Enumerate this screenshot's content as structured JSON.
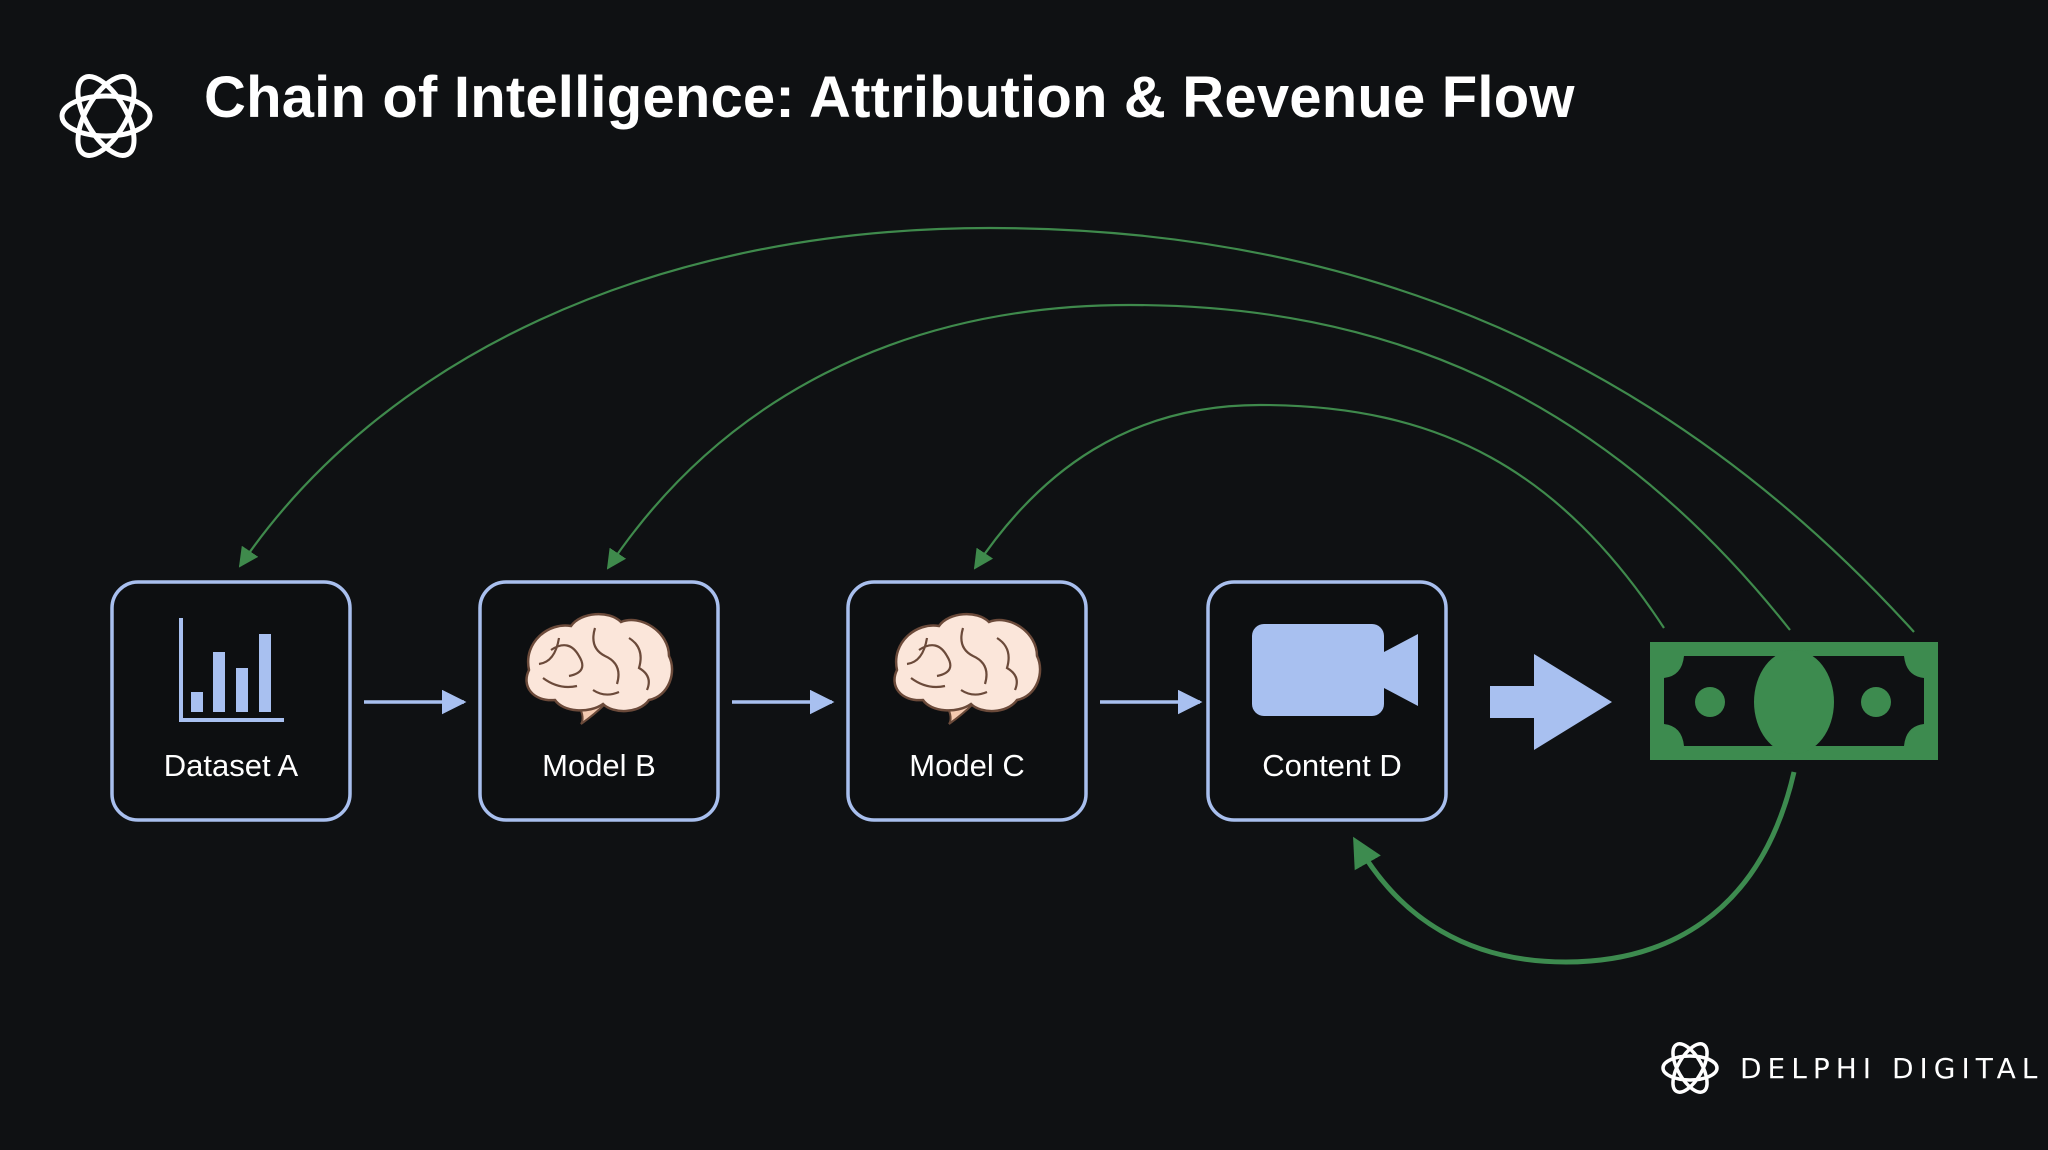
{
  "title": "Chain of Intelligence: Attribution & Revenue Flow",
  "brand": "DELPHI DIGITAL",
  "nodes": [
    {
      "id": "dataset-a",
      "label": "Dataset A",
      "icon": "bar-chart-icon"
    },
    {
      "id": "model-b",
      "label": "Model B",
      "icon": "brain-icon"
    },
    {
      "id": "model-c",
      "label": "Model C",
      "icon": "brain-icon"
    },
    {
      "id": "content-d",
      "label": "Content D",
      "icon": "video-camera-icon"
    }
  ],
  "revenue": {
    "icon": "dollar-bill-icon"
  },
  "colors": {
    "background": "#0f1113",
    "node_border": "#a8bfee",
    "flow_arrow": "#a8c0f0",
    "revenue_green": "#3d8b4f",
    "attribution_line": "#3f8a4c",
    "text": "#ffffff"
  }
}
